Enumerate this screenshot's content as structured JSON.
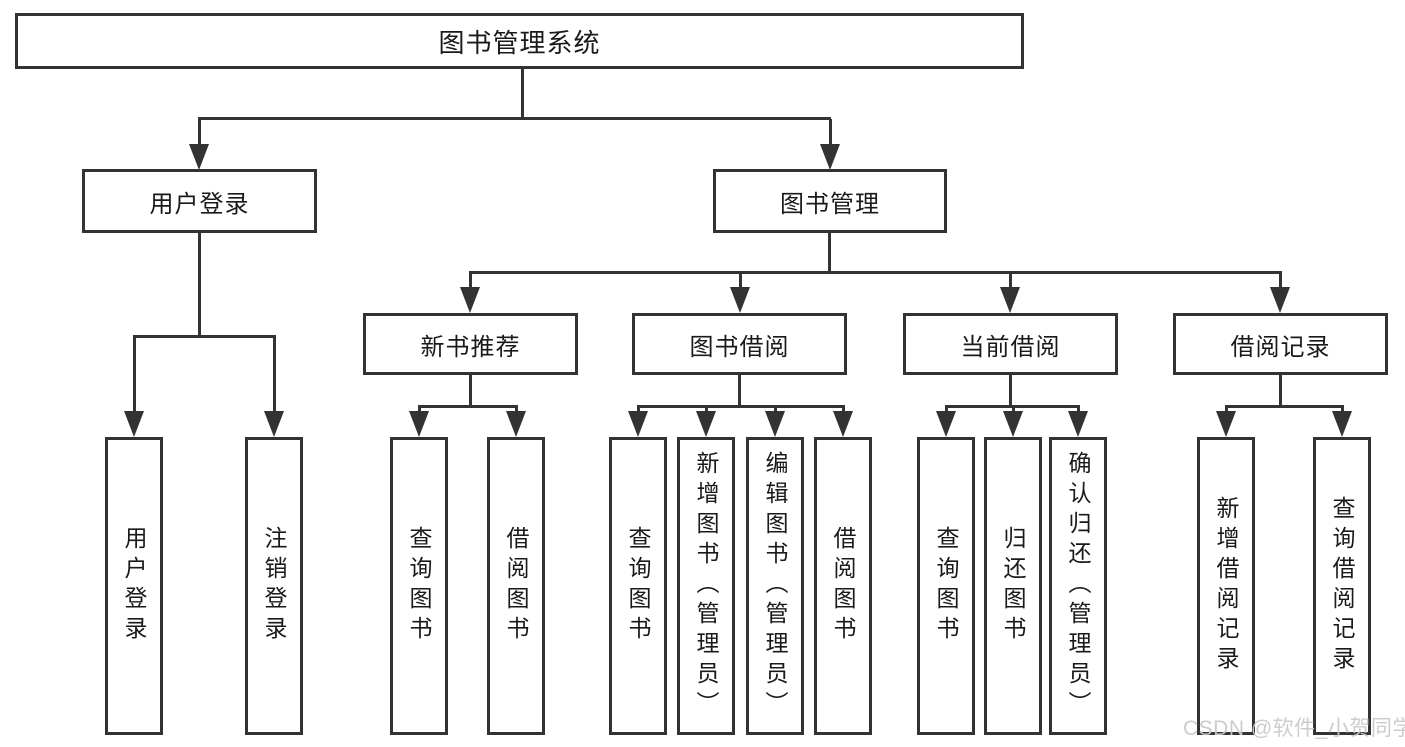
{
  "diagram": {
    "root": {
      "label": "图书管理系统"
    },
    "user_login_branch": {
      "label": "用户登录",
      "children": [
        {
          "label": "用户登录"
        },
        {
          "label": "注销登录"
        }
      ]
    },
    "book_mgmt_branch": {
      "label": "图书管理",
      "sections": [
        {
          "label": "新书推荐",
          "children": [
            {
              "label": "查询图书"
            },
            {
              "label": "借阅图书"
            }
          ]
        },
        {
          "label": "图书借阅",
          "children": [
            {
              "label": "查询图书"
            },
            {
              "label": "新增图书（管理员）"
            },
            {
              "label": "编辑图书（管理员）"
            },
            {
              "label": "借阅图书"
            }
          ]
        },
        {
          "label": "当前借阅",
          "children": [
            {
              "label": "查询图书"
            },
            {
              "label": "归还图书"
            },
            {
              "label": "确认归还（管理员）"
            }
          ]
        },
        {
          "label": "借阅记录",
          "children": [
            {
              "label": "新增借阅记录"
            },
            {
              "label": "查询借阅记录"
            }
          ]
        }
      ]
    },
    "watermark": "CSDN @软件_小贺同学",
    "colors": {
      "line": "#333333",
      "text": "#1a1a1a",
      "watermark": "#c9c9cd",
      "background": "#ffffff"
    }
  }
}
